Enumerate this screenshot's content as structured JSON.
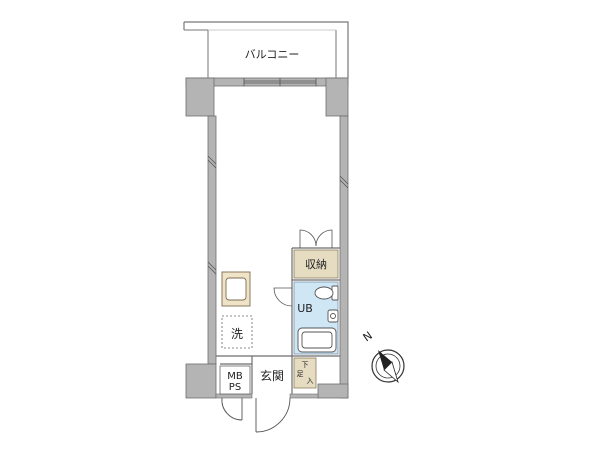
{
  "floorplan": {
    "balcony_label": "バルコニー",
    "storage_label": "収納",
    "bath_label": "UB",
    "washer_label": "洗",
    "meter_label_line1": "MB",
    "meter_label_line2": "PS",
    "entrance_label": "玄関",
    "shoe_box_line1": "下",
    "shoe_box_line2": "足",
    "shoe_box_line3": "入",
    "compass_label": "N"
  },
  "colors": {
    "wall": "#b4b4b4",
    "wall_line": "#6e6e6e",
    "storage_fill": "#e5dcc2",
    "bath_fill": "#cfe6f5",
    "kitchen_fill": "#efe3c8"
  }
}
